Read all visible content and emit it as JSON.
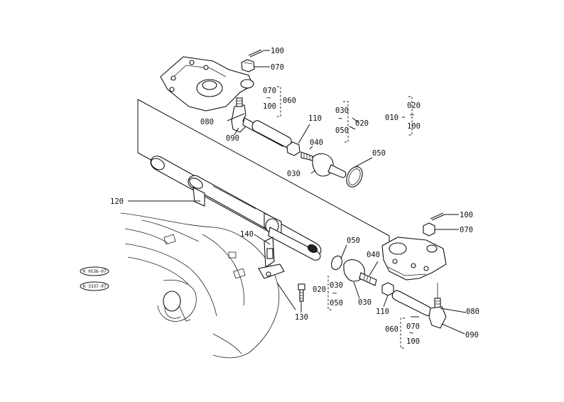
{
  "labels": {
    "l100a": "100",
    "l070a": "070",
    "l070b": "070",
    "l060a": "060",
    "l100b": "100",
    "l110a": "110",
    "l030a": "030",
    "l020a": "020",
    "l050a": "050",
    "l010": "010",
    "l020b": "020",
    "l100c": "100",
    "l080a": "080",
    "l090a": "090",
    "l040a": "040",
    "l030b": "030",
    "l050b": "050",
    "l120": "120",
    "l100d": "100",
    "l070c": "070",
    "l140": "140",
    "l050c": "050",
    "l040b": "040",
    "l020c": "020",
    "l030c": "030",
    "l030d": "030",
    "l050d": "050",
    "l110b": "110",
    "l130": "130",
    "l080b": "080",
    "l060b": "060",
    "l070d": "070",
    "l100e": "100",
    "l090b": "090"
  },
  "stamps": {
    "stamp1": "K 0536-07",
    "stamp2": "K 3337-07"
  }
}
